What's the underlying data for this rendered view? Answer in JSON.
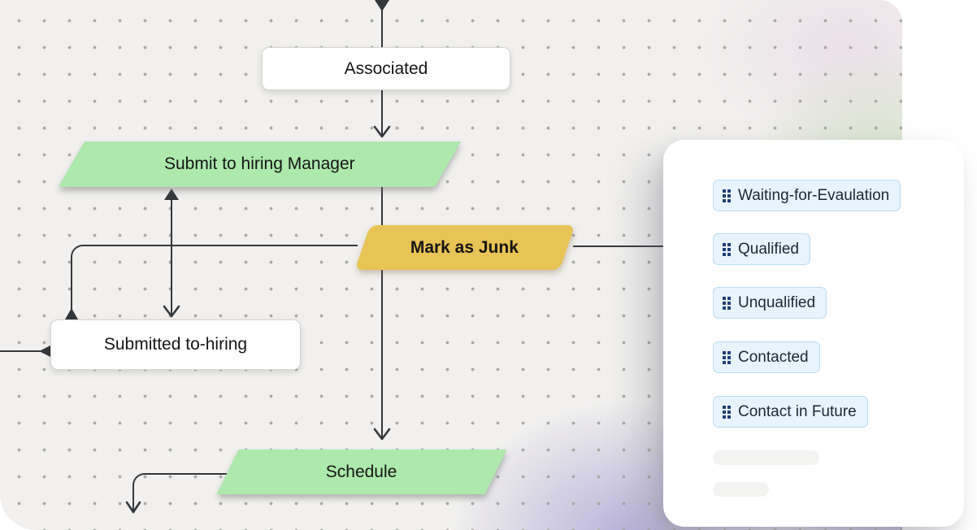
{
  "flowchart": {
    "nodes": [
      {
        "id": "associated",
        "label": "Associated",
        "shape": "rectangle",
        "fill": "#ffffff"
      },
      {
        "id": "submit-to-hiring-manager",
        "label": "Submit to hiring Manager",
        "shape": "parallelogram",
        "fill": "#ade8ac"
      },
      {
        "id": "mark-as-junk",
        "label": "Mark as Junk",
        "shape": "parallelogram",
        "fill": "#e8c355"
      },
      {
        "id": "submitted-to-hiring",
        "label": "Submitted to-hiring",
        "shape": "rectangle",
        "fill": "#ffffff"
      },
      {
        "id": "schedule",
        "label": "Schedule",
        "shape": "parallelogram",
        "fill": "#ade8ac"
      }
    ],
    "connector_color": "#34383c",
    "canvas_color": "#f1f0ee"
  },
  "panel": {
    "chips": [
      {
        "label": "Waiting-for-Evaulation"
      },
      {
        "label": "Qualified"
      },
      {
        "label": "Unqualified"
      },
      {
        "label": "Contacted"
      },
      {
        "label": "Contact in Future"
      }
    ],
    "chip_style": {
      "background": "#e8f4fd",
      "border": "#b9dcf4",
      "text": "#1c2733",
      "handle": "#1f3f7a"
    },
    "placeholder_bar_count": 2
  }
}
